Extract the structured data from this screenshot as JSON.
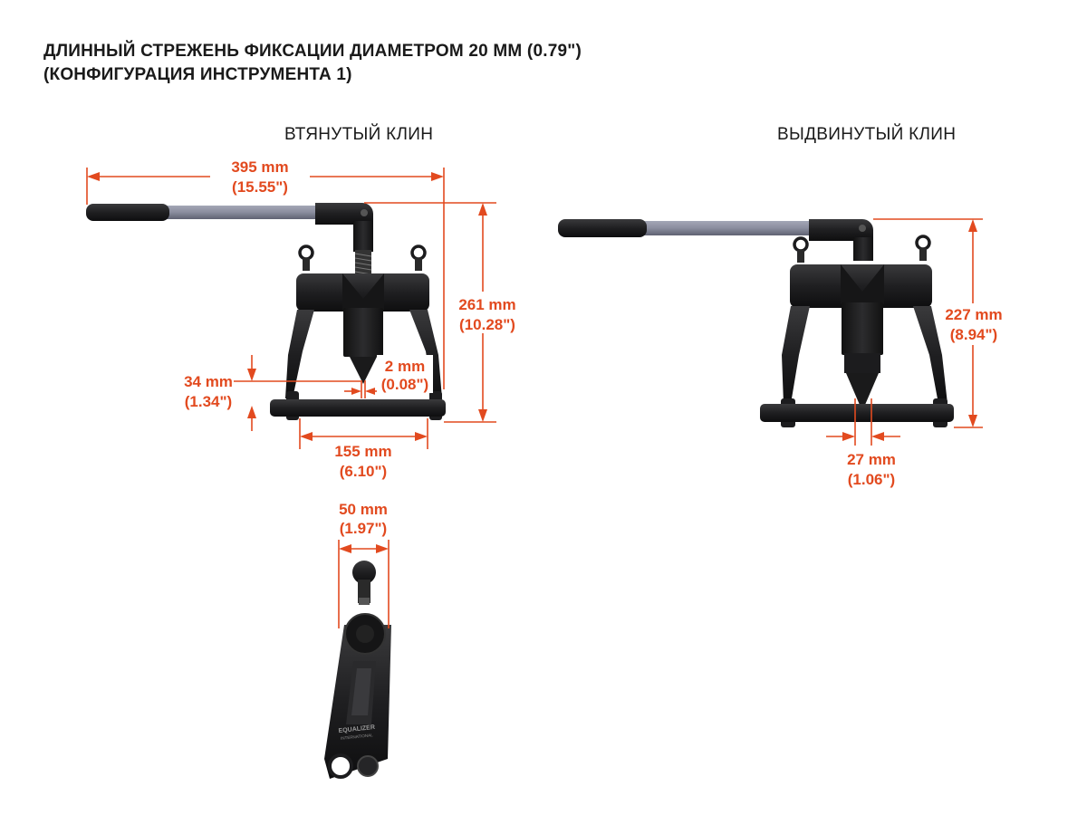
{
  "header": {
    "title_line1": "ДЛИННЫЙ СТРЕЖЕНЬ ФИКСАЦИИ ДИАМЕТРОМ 20 ММ (0.79\")",
    "title_line2": "(КОНФИГУРАЦИЯ ИНСТРУМЕНТА 1)"
  },
  "views": {
    "retracted": {
      "title": "ВТЯНУТЫЙ КЛИН"
    },
    "extended": {
      "title": "ВЫДВИНУТЫЙ КЛИН"
    }
  },
  "dimensions": {
    "retracted_width": {
      "mm": "395 mm",
      "inch": "(15.55\")"
    },
    "retracted_height": {
      "mm": "261 mm",
      "inch": "(10.28\")"
    },
    "jaw_height": {
      "mm": "34 mm",
      "inch": "(1.34\")"
    },
    "tip_gap": {
      "mm": "2 mm",
      "inch": "(0.08\")"
    },
    "jaw_span": {
      "mm": "155 mm",
      "inch": "(6.10\")"
    },
    "side_width": {
      "mm": "50 mm",
      "inch": "(1.97\")"
    },
    "extended_height": {
      "mm": "227 mm",
      "inch": "(8.94\")"
    },
    "extended_gap": {
      "mm": "27 mm",
      "inch": "(1.06\")"
    }
  },
  "branding": {
    "logo_text": "EQUALIZER",
    "logo_sub": "INTERNATIONAL"
  },
  "colors": {
    "dimension": "#e24a1f",
    "tool_body": "#1c1c1e",
    "handle_tube": "#8a8d9e"
  }
}
